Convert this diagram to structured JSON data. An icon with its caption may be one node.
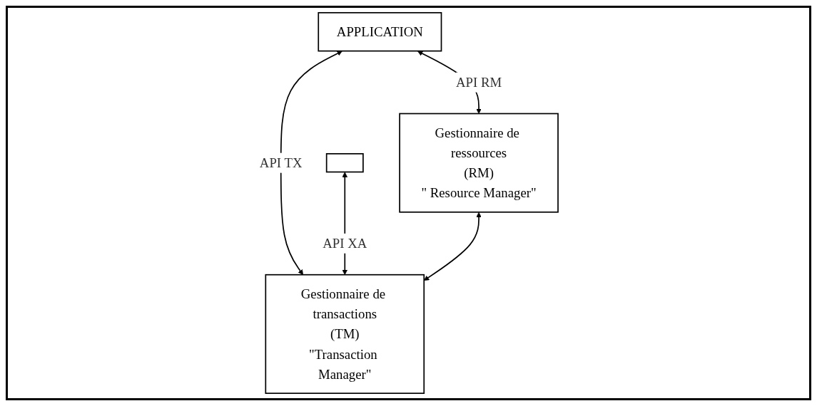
{
  "diagram": {
    "nodes": [
      {
        "text": [
          "APPLICATION"
        ]
      },
      {
        "text": [
          "Gestionnaire de ressources",
          "(RM)",
          "\" Resource Manager\""
        ]
      },
      {
        "text": [],
        "shape": "box"
      },
      {
        "text": [
          "Gestionnaire de transactions",
          "(TM)",
          "\"Transaction Manager\""
        ]
      }
    ],
    "edges": [
      {
        "from": 0,
        "to": 1,
        "arrow": "both",
        "label": "API RM"
      },
      {
        "from": 0,
        "to": 3,
        "arrow": "both",
        "label": "API TX"
      },
      {
        "from": 2,
        "to": 3,
        "arrow": "both",
        "label": "API XA"
      },
      {
        "from": 1,
        "to": 3,
        "arrow": "both"
      }
    ]
  }
}
